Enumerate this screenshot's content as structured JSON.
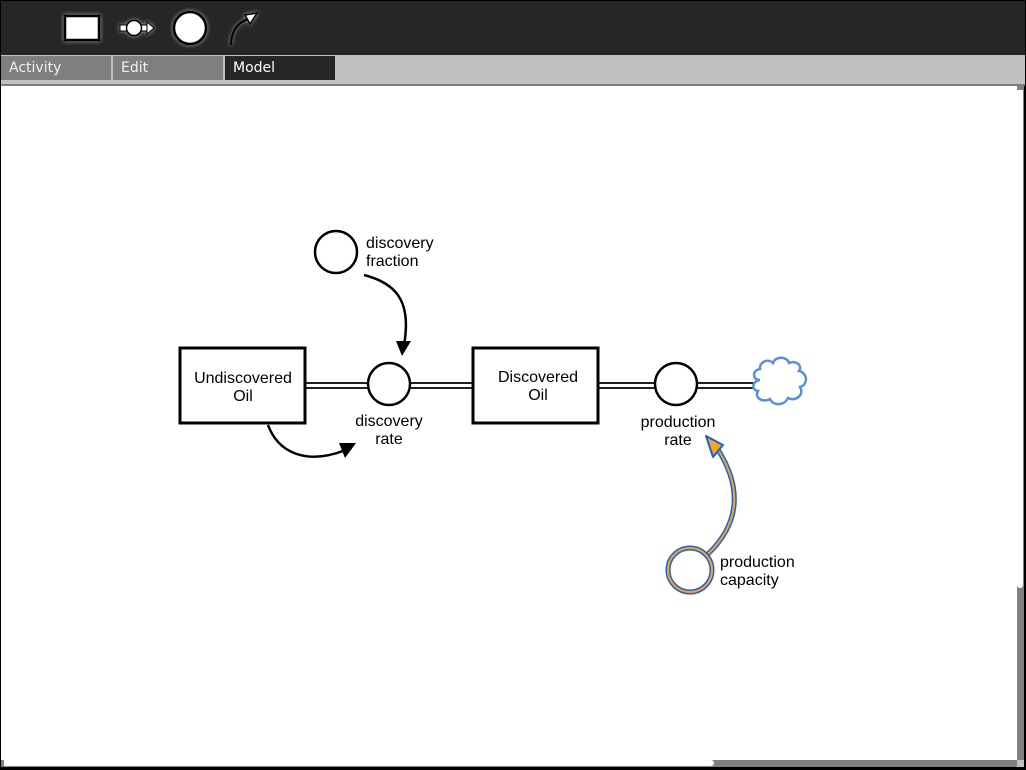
{
  "toolbar": {
    "tools": [
      {
        "name": "stock-tool",
        "icon": "stock-rectangle-icon"
      },
      {
        "name": "flow-tool",
        "icon": "flow-valve-arrow-icon"
      },
      {
        "name": "variable-tool",
        "icon": "auxiliary-circle-icon"
      },
      {
        "name": "connector-tool",
        "icon": "curved-arrow-icon"
      }
    ]
  },
  "tabs": [
    {
      "label": "Activity",
      "active": false
    },
    {
      "label": "Edit",
      "active": false
    },
    {
      "label": "Model",
      "active": true
    }
  ],
  "diagram": {
    "stocks": [
      {
        "id": "undiscovered-oil",
        "label_lines": [
          "Undiscovered",
          "Oil"
        ]
      },
      {
        "id": "discovered-oil",
        "label_lines": [
          "Discovered",
          "Oil"
        ]
      }
    ],
    "flows": [
      {
        "id": "discovery-rate",
        "label_lines": [
          "discovery",
          "rate"
        ],
        "from": "undiscovered-oil",
        "to": "discovered-oil"
      },
      {
        "id": "production-rate",
        "label_lines": [
          "production",
          "rate"
        ],
        "from": "discovered-oil",
        "to": "cloud-sink"
      }
    ],
    "auxiliaries": [
      {
        "id": "discovery-fraction",
        "label_lines": [
          "discovery",
          "fraction"
        ],
        "selected": false
      },
      {
        "id": "production-capacity",
        "label_lines": [
          "production",
          "capacity"
        ],
        "selected": true
      }
    ],
    "connectors": [
      {
        "from": "discovery-fraction",
        "to": "discovery-rate",
        "selected": false
      },
      {
        "from": "undiscovered-oil",
        "to": "discovery-rate",
        "selected": false
      },
      {
        "from": "production-capacity",
        "to": "production-rate",
        "selected": true
      }
    ],
    "clouds": [
      {
        "id": "cloud-sink",
        "icon": "cloud-icon"
      }
    ],
    "colors": {
      "stroke": "#000000",
      "selection_outline": "#1f5fdc",
      "selection_fill": "#f5a623",
      "cloud": "#5b8ee0"
    }
  }
}
